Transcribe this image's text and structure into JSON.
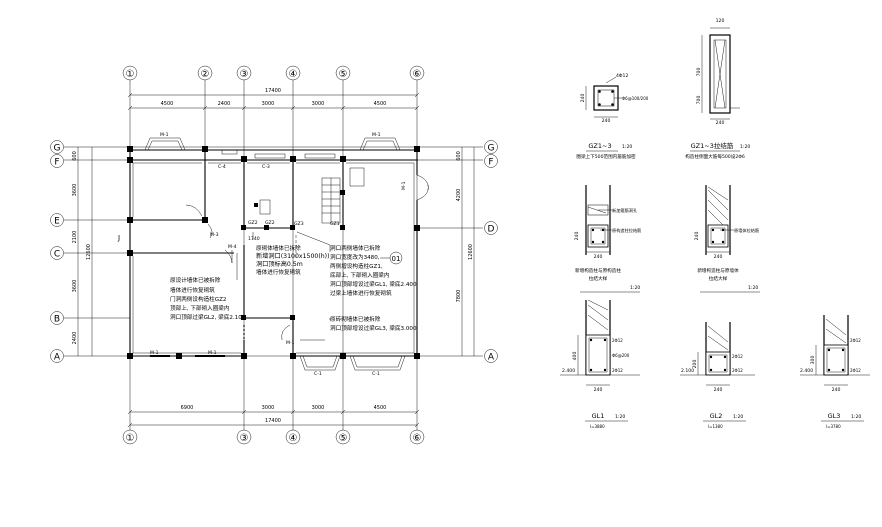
{
  "axis_labels": {
    "top": [
      "①",
      "②",
      "③",
      "④",
      "⑤",
      "⑥"
    ],
    "bottom": [
      "①",
      "③",
      "④",
      "⑤",
      "⑥"
    ],
    "left": [
      "G",
      "F",
      "E",
      "C",
      "B",
      "A"
    ],
    "right": [
      "G",
      "F",
      "D",
      "A"
    ]
  },
  "dimensions": {
    "top_segments": [
      "4500",
      "2400",
      "3000",
      "3000",
      "4500"
    ],
    "top_total": "17400",
    "bottom_segments": [
      "6900",
      "3000",
      "3000",
      "4500"
    ],
    "bottom_total": "17400",
    "left_segments": [
      "600",
      "3600",
      "2100",
      "3600",
      "2400"
    ],
    "left_total": "12600",
    "right_segments": [
      "600",
      "4200",
      "7800"
    ],
    "right_total": "12600",
    "inner_1740": "1740",
    "grid_12600": "12600"
  },
  "plan_labels": {
    "window": "M-1",
    "window_c": "C-1",
    "door_m3": "M-3",
    "door_m4": "M-4",
    "c4": "C-4",
    "c3": "C-3",
    "gz": [
      "GZ2",
      "GZ2",
      "GZ3",
      "GZ1"
    ],
    "axis_j": "J"
  },
  "notes": {
    "note1": [
      "原砌体墙体已拆除",
      "新增洞口(3100x1500(h))",
      "洞口顶标高0.5m",
      "墙体进行恢复砌筑"
    ],
    "note2": [
      "洞口两侧墙体已拆除",
      "洞口宽度改为3480,",
      "两侧增设构造柱GZ1,",
      "底部上, 下部砌入圈梁内",
      "洞口顶部增设过梁GL1, 梁底2.400",
      "过梁上墙体进行恢复砌筑"
    ],
    "note3": [
      "原设计墙体已被拆除",
      "墙体进行恢复砌筑",
      "门洞两侧设构造柱GZ2",
      "顶部上, 下部砌入圈梁内",
      "洞口顶部过梁GL2, 梁底2.100"
    ],
    "note4": [
      "原砖砌墙体已被拆除",
      "洞口顶部增设过梁GL3, 梁底3.000"
    ],
    "circle_label": "01"
  },
  "details": {
    "gz1_caption": "GZ1~3",
    "gz1_scale": "1:20",
    "gz1_sub": "圈梁上下500范围内箍筋加密",
    "gz1_rebar": "4Φ12",
    "gz1_stirrup": "Φ6@100/200",
    "gz1_size": "240",
    "gz_wall_caption": "GZ1~3拉结筋",
    "gz_wall_scale": "1:20",
    "gz_wall_sub": "构造柱侧面大筋每500设2Φ6",
    "gz_wall_dims": [
      "120",
      "700",
      "700",
      "240"
    ],
    "new_col_caption_a": "新增构造柱与原构造柱",
    "new_col_caption_b": "拉结大样",
    "new_col_scale": "1:20",
    "new_col_a_labels": [
      "新加箍筋洞孔",
      "原构造柱拉结筋"
    ],
    "new_wall_caption_a": "新增构造柱与原墙体",
    "new_wall_caption_b": "拉结大样",
    "new_wall_scale": "1:20",
    "new_wall_label": "原墙体拉结筋",
    "gl1_caption": "GL1",
    "gl1_scale": "1:20",
    "gl1_sub": "l=3880",
    "gl1_level": "2.400",
    "gl1_h": "400",
    "gl2_caption": "GL2",
    "gl2_scale": "1:20",
    "gl2_sub": "l=1380",
    "gl2_level": "2.100",
    "gl2_h": "200",
    "gl3_caption": "GL3",
    "gl3_scale": "1:20",
    "gl3_sub": "l=3780",
    "gl3_level": "2.400",
    "gl3_h": "300",
    "beam_width": "240",
    "beam_rebar_top": "2Φ12",
    "beam_rebar_bot": "2Φ12",
    "beam_stirrup": "Φ6@200"
  }
}
